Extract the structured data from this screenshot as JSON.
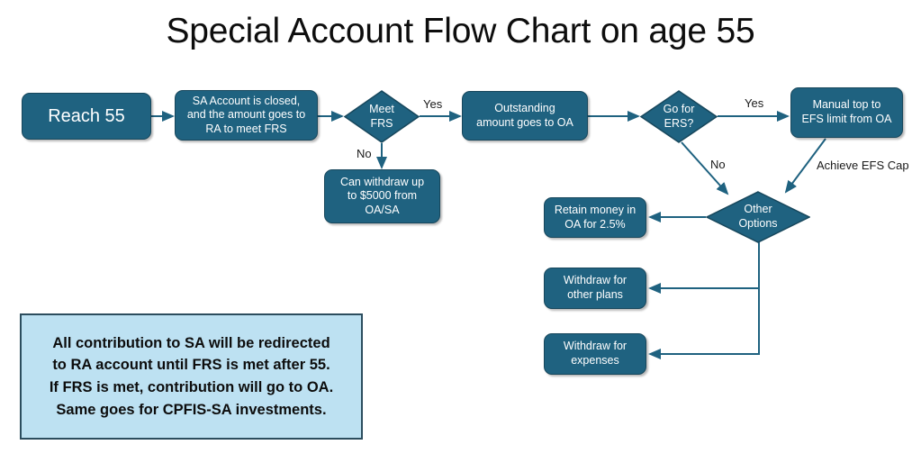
{
  "title": "Special Account Flow Chart on age 55",
  "colors": {
    "node_fill": "#1F6280",
    "node_border": "#17475c",
    "connector": "#1F6280",
    "note_fill": "#BDE1F2",
    "note_border": "#2c4d5e",
    "text_on_node": "#FFFFFF",
    "label_text": "#1a1a1a",
    "title_text": "#0d0d0d"
  },
  "nodes": {
    "reach_55": "Reach 55",
    "sa_closed": "SA Account is closed,\nand the amount goes to\nRA to meet FRS",
    "meet_frs": "Meet\nFRS",
    "outstanding_oa": "Outstanding\namount goes to OA",
    "can_withdraw": "Can withdraw up\nto $5000 from\nOA/SA",
    "go_for_ers": "Go for\nERS?",
    "manual_top": "Manual top to\nEFS limit from OA",
    "other_options": "Other\nOptions",
    "retain_money": "Retain money in\nOA for 2.5%",
    "withdraw_other_plans": "Withdraw for\nother plans",
    "withdraw_expenses": "Withdraw for\nexpenses"
  },
  "edge_labels": {
    "frs_yes": "Yes",
    "frs_no": "No",
    "ers_yes": "Yes",
    "ers_no": "No",
    "achieve_efs_cap": "Achieve EFS Cap"
  },
  "note": "All contribution to SA will be redirected\nto RA account until FRS is met after 55.\nIf FRS is met, contribution will go to OA.\nSame goes for CPFIS-SA investments."
}
